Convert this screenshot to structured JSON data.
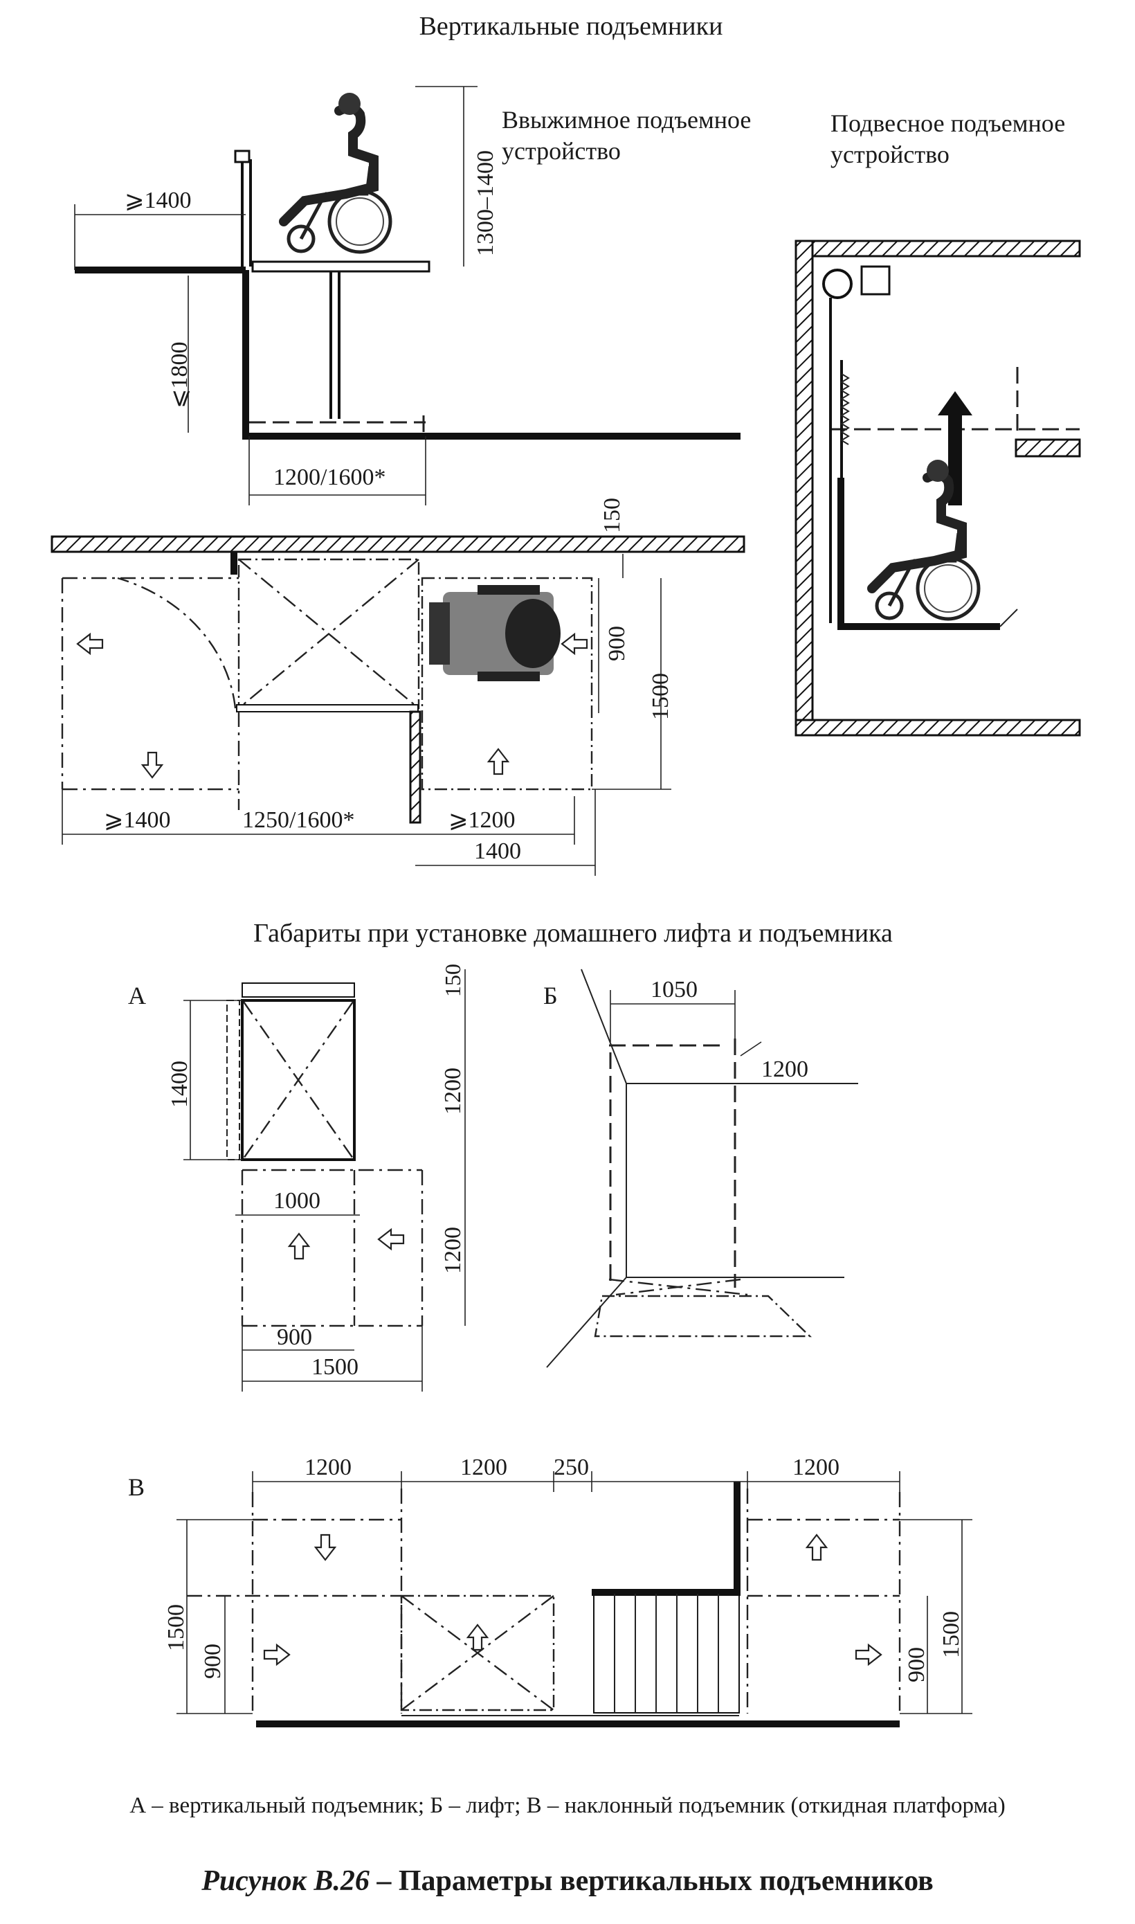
{
  "section_top": {
    "title": "Вертикальные подъемники",
    "label_push": "Ввыжимное подъемное\nустройство",
    "label_hang": "Подвесное подъемное\nустройство",
    "dims": {
      "d_1400_top": "⩾1400",
      "d_1300_1400": "1300–1400",
      "d_1800": "⩽1800",
      "d_1200_1600": "1200/1600*",
      "d_150": "150",
      "d_900": "900",
      "d_1500": "1500",
      "d_1400_left": "⩾1400",
      "d_1250_1600": "1250/1600*",
      "d_1200_right": "⩾1200",
      "d_1400_bottom": "1400"
    }
  },
  "section_mid": {
    "title": "Габариты при установке домашнего лифта и подъемника",
    "label_a": "А",
    "label_b": "Б",
    "dims_a": {
      "d_150": "150",
      "d_1400": "1400",
      "d_1200_top": "1200",
      "d_1000": "1000",
      "d_1200_bottom": "1200",
      "d_900": "900",
      "d_1500": "1500"
    },
    "dims_b": {
      "d_1050": "1050",
      "d_1200": "1200"
    }
  },
  "section_bottom": {
    "label_v": "В",
    "dims": {
      "d_1200_a": "1200",
      "d_1200_b": "1200",
      "d_250": "250",
      "d_1200_c": "1200",
      "d_1500_left": "1500",
      "d_900_left": "900",
      "d_900_right": "900",
      "d_1500_right": "1500"
    }
  },
  "legend": "А – вертикальный подъемник; Б – лифт; В – наклонный подъемник (откидная платформа)",
  "caption": {
    "prefix": "Рисунок В.26",
    "text": " – Параметры вертикальных подъемников"
  }
}
